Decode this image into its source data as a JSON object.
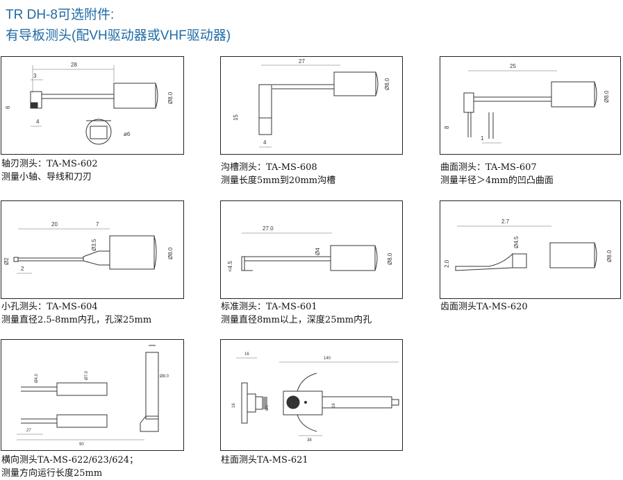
{
  "header": {
    "line1": "TR DH-8可选附件:",
    "line2": "有导板测头(配VH驱动器或VHF驱动器)"
  },
  "colors": {
    "title": "#1f6aa5"
  },
  "panels": [
    {
      "dims": [
        "28",
        "3",
        "6",
        "4",
        "Ø8.0",
        "ø6"
      ],
      "caption": [
        "轴刃测头：TA-MS-602",
        "测量小轴、导线和刀刃"
      ]
    },
    {
      "dims": [
        "27",
        "Ø8.0",
        "15",
        "4"
      ],
      "caption": [
        "沟槽测头：TA-MS-608",
        "测量长度5mm到20mm沟槽"
      ]
    },
    {
      "dims": [
        "25",
        "Ø8.0",
        "8",
        "1"
      ],
      "caption": [
        "曲面测头：TA-MS-607",
        "测量半径＞4mm的凹凸曲面"
      ]
    },
    {
      "dims": [
        "20",
        "7",
        "Ø3.5",
        "Ø8.0",
        "Ø2",
        "2"
      ],
      "caption": [
        "小孔测头：TA-MS-604",
        "测量直径2.5-8mm内孔，孔深25mm"
      ]
    },
    {
      "dims": [
        "27.0",
        "Ø4",
        "Ø8.0",
        "<4.5"
      ],
      "caption": [
        "标准测头：TA-MS-601",
        "测量直径8mm以上，深度25mm内孔"
      ]
    },
    {
      "dims": [
        "2.7",
        "Ø4.5",
        "Ø8.0",
        "2.0"
      ],
      "caption": [
        "齿面测头TA-MS-620"
      ]
    },
    {
      "dims": [
        "Ø4.0",
        "Ø7.0",
        "Ø8.0",
        "27",
        "90"
      ],
      "caption": [
        "横向测头TA-MS-622/623/624；",
        "测量方向运行长度25mm"
      ]
    },
    {
      "dims": [
        "16",
        "140",
        "Ø9",
        "16",
        "16",
        "38"
      ],
      "caption": [
        "柱面测头TA-MS-621"
      ]
    }
  ]
}
